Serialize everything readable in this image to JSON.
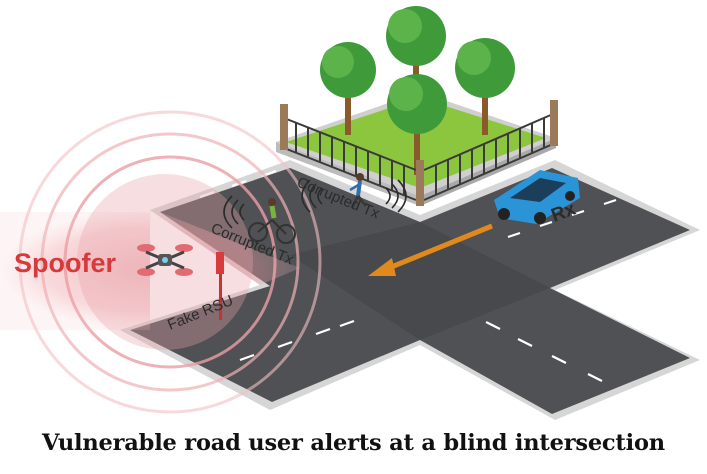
{
  "labels": {
    "spoofer": "Spoofer",
    "fake_rsu": "Fake RSU",
    "corrupted_tx_pedestrian": "Corrupted Tx",
    "corrupted_tx_cyclist": "Corrupted Tx",
    "receiver": "Rx"
  },
  "caption": "Vulnerable road user alerts at a blind intersection",
  "colors": {
    "road": "#4f5154",
    "curb": "#d7d7d7",
    "grass": "#8cc63f",
    "tree": "#3f9a3a",
    "car": "#2a94d6",
    "spoof_zone": "#e8a3a8",
    "spoof_text": "#d63a3a",
    "arrow": "#e08a1e",
    "lane_marks": "#ffffff"
  },
  "icons": [
    "drone-icon",
    "rsu-pole-icon",
    "pedestrian-icon",
    "cyclist-icon",
    "car-icon",
    "tree-icon",
    "fence-icon",
    "signal-wave-icon",
    "direction-arrow-icon"
  ]
}
